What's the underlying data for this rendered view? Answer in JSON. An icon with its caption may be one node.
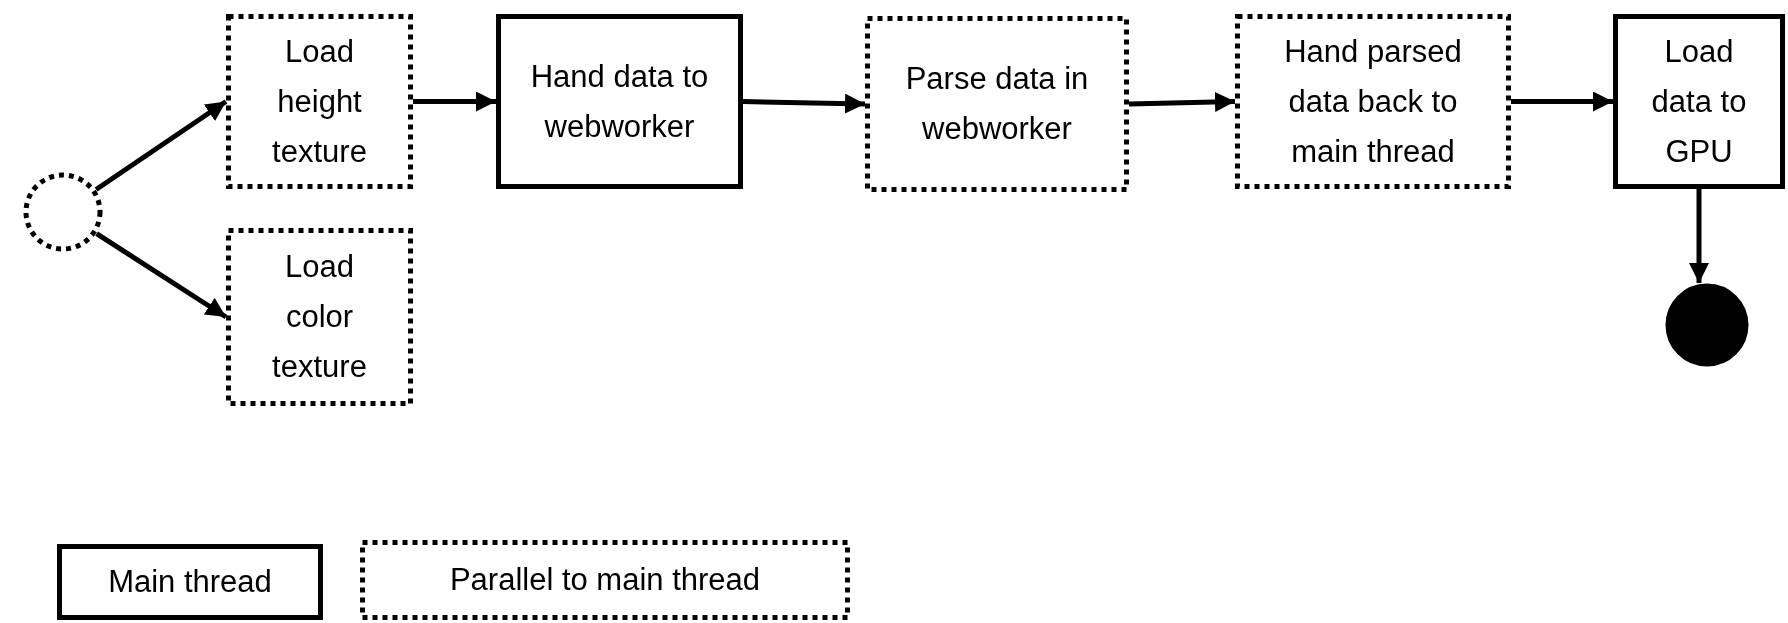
{
  "diagram": {
    "nodes": [
      {
        "text": [],
        "shape": "circle"
      },
      {
        "text": [
          "Load height texture"
        ]
      },
      {
        "text": [
          "Load color texture"
        ]
      },
      {
        "text": [
          "Hand data to webworker"
        ]
      },
      {
        "text": [
          "Parse data in webworker"
        ]
      },
      {
        "text": [
          "Hand parsed data back to main thread"
        ]
      },
      {
        "text": [
          "Load data to GPU"
        ]
      },
      {
        "text": [],
        "shape": "circle"
      }
    ],
    "edges": [
      {
        "from": 0,
        "to": 1,
        "arrow": "to"
      },
      {
        "from": 0,
        "to": 2,
        "arrow": "to"
      },
      {
        "from": 1,
        "to": 3,
        "arrow": "to"
      },
      {
        "from": 3,
        "to": 4,
        "arrow": "to"
      },
      {
        "from": 4,
        "to": 5,
        "arrow": "to"
      },
      {
        "from": 5,
        "to": 6,
        "arrow": "to"
      },
      {
        "from": 6,
        "to": 7,
        "arrow": "to"
      }
    ],
    "legend": [
      {
        "text": "Main thread"
      },
      {
        "text": "Parallel to main thread"
      }
    ]
  }
}
